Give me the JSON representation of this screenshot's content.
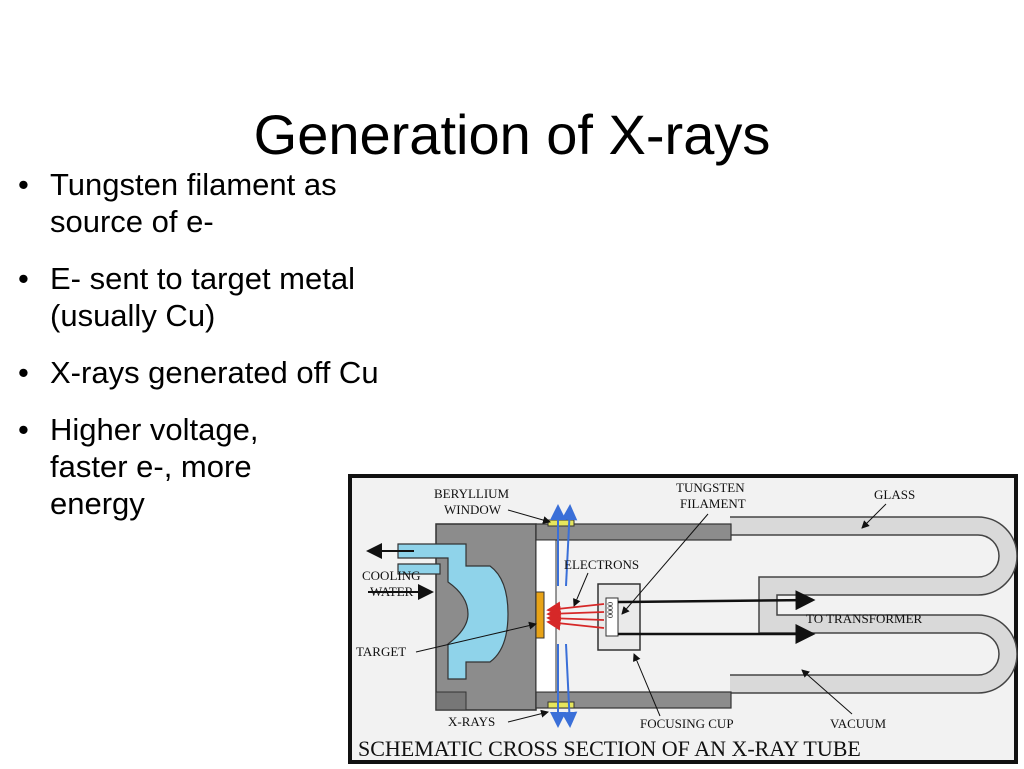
{
  "slide": {
    "title": "Generation of X-rays",
    "bullets": [
      "Tungsten filament as source of e-",
      "E- sent to target metal (usually Cu)",
      "X-rays generated off Cu",
      "Higher voltage, faster e-, more energy"
    ],
    "bullet_glyph": "•"
  },
  "diagram": {
    "caption": "SCHEMATIC  CROSS  SECTION  OF  AN  X-RAY  TUBE",
    "labels": {
      "beryllium": "BERYLLIUM",
      "window": "WINDOW",
      "tungsten": "TUNGSTEN",
      "filament": "FILAMENT",
      "glass": "GLASS",
      "cooling": "COOLING",
      "water": "WATER",
      "electrons": "ELECTRONS",
      "to_transformer": "TO TRANSFORMER",
      "target": "TARGET",
      "xrays": "X-RAYS",
      "focusing_cup": "FOCUSING  CUP",
      "vacuum": "VACUUM"
    },
    "colors": {
      "frame": "#111111",
      "background": "#f2f2f2",
      "metal": "#8c8c8c",
      "glass": "#d9d9d9",
      "water": "#8fd3ea",
      "target": "#e8a317",
      "beryllium": "#e6e65c",
      "electron_arrows": "#d62828",
      "xray_arrows": "#3a6fd8"
    }
  }
}
